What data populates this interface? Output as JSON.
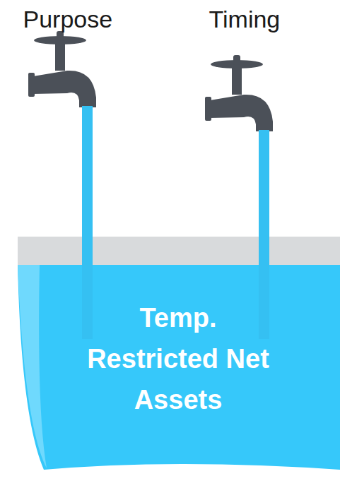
{
  "diagram": {
    "nodes": [
      {
        "text": [
          "Temp. Restricted Net Assets"
        ]
      }
    ],
    "labels": [
      "Purpose",
      "Timing"
    ]
  }
}
